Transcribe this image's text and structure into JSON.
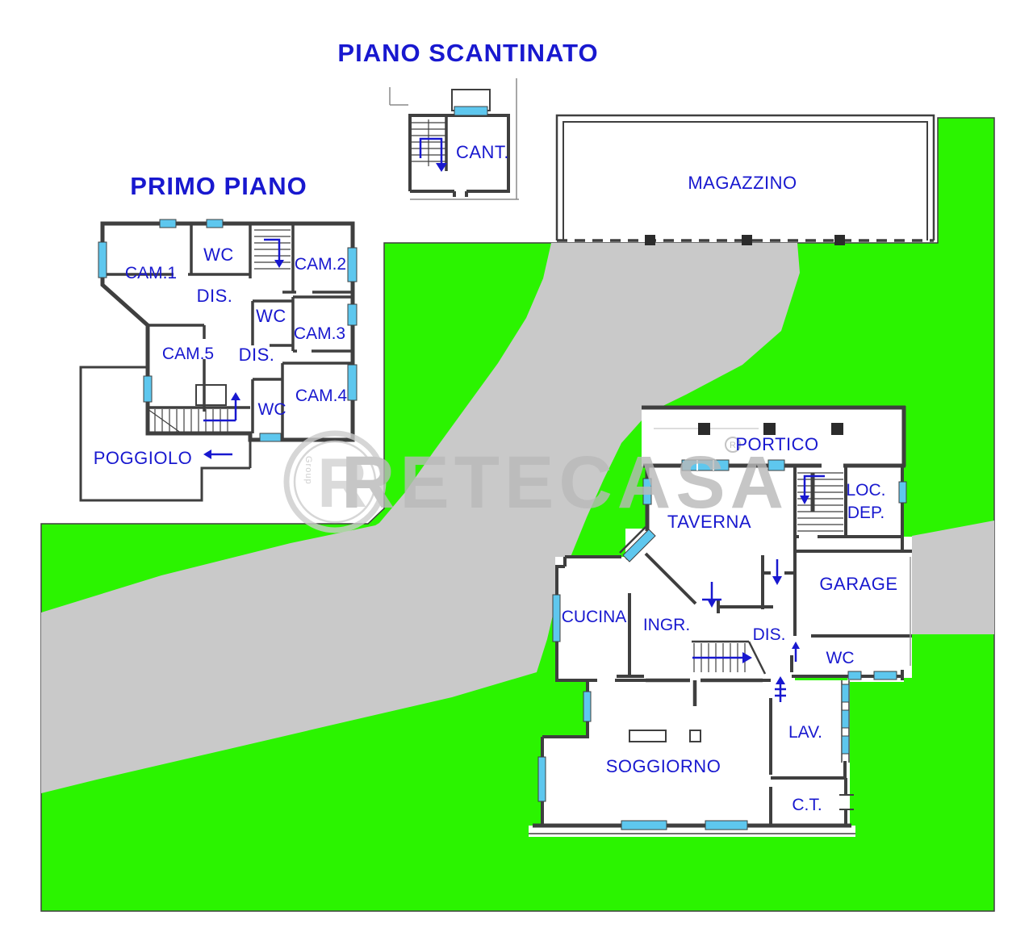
{
  "titles": {
    "basement": "PIANO SCANTINATO",
    "first_floor": "PRIMO PIANO"
  },
  "watermark": {
    "brand": "RETECASA",
    "logo_letter": "R",
    "logo_vertical_text": "Group",
    "registered_symbol": "R"
  },
  "basement": {
    "cant": "CANT.",
    "magazzino": "MAGAZZINO"
  },
  "first_floor": {
    "cam1": "CAM.1",
    "wc_top": "WC",
    "cam2": "CAM.2",
    "dis_top": "DIS.",
    "wc_mid": "WC",
    "cam3": "CAM.3",
    "cam5": "CAM.5",
    "dis_low": "DIS.",
    "cam4": "CAM.4",
    "wc_low": "WC",
    "poggiolo": "POGGIOLO"
  },
  "ground_floor": {
    "portico": "PORTICO",
    "taverna": "TAVERNA",
    "loc": "LOC.",
    "dep": "DEP.",
    "garage": "GARAGE",
    "dis": "DIS.",
    "cucina": "CUCINA",
    "ingr": "INGR.",
    "wc": "WC",
    "lav": "LAV.",
    "soggiorno": "SOGGIORNO",
    "ct": "C.T."
  },
  "colors": {
    "grass_green": "#2bf400",
    "path_gray": "#c9c9c9",
    "window_blue": "#5ec7ee",
    "wall_dark": "#3f3f3f",
    "label_blue": "#1818cf",
    "watermark_gray": "#b9b9b9"
  }
}
